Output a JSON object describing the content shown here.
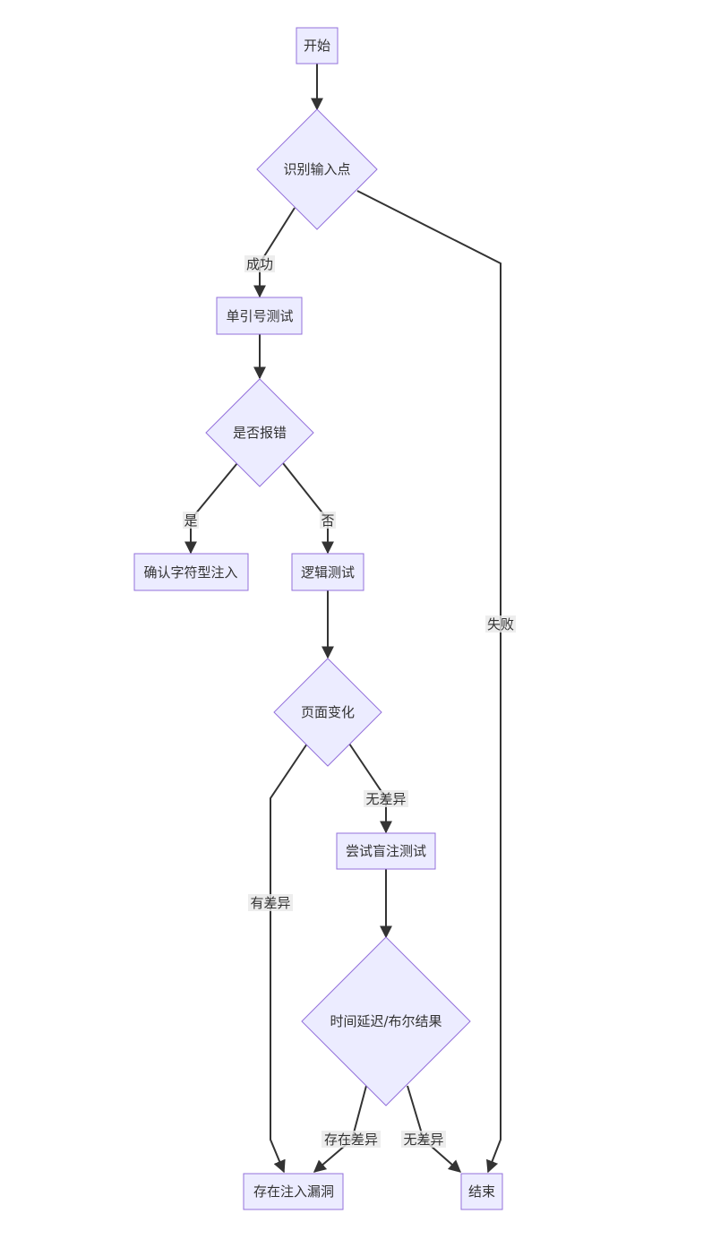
{
  "nodes": {
    "start": "开始",
    "identify_input": "识别输入点",
    "single_quote_test": "单引号测试",
    "error_check": "是否报错",
    "confirm_string_injection": "确认字符型注入",
    "logic_test": "逻辑测试",
    "page_change": "页面变化",
    "try_blind_injection": "尝试盲注测试",
    "time_bool_result": "时间延迟/布尔结果",
    "vuln_exists": "存在注入漏洞",
    "end": "结束"
  },
  "edges": {
    "success": "成功",
    "fail": "失败",
    "yes": "是",
    "no": "否",
    "has_difference": "有差异",
    "no_difference_1": "无差异",
    "difference_exists": "存在差异",
    "no_difference_2": "无差异"
  },
  "colors": {
    "node_fill": "#ECECFF",
    "node_stroke": "#9370DB",
    "edge_stroke": "#333333",
    "label_background": "#e8e8e8"
  }
}
